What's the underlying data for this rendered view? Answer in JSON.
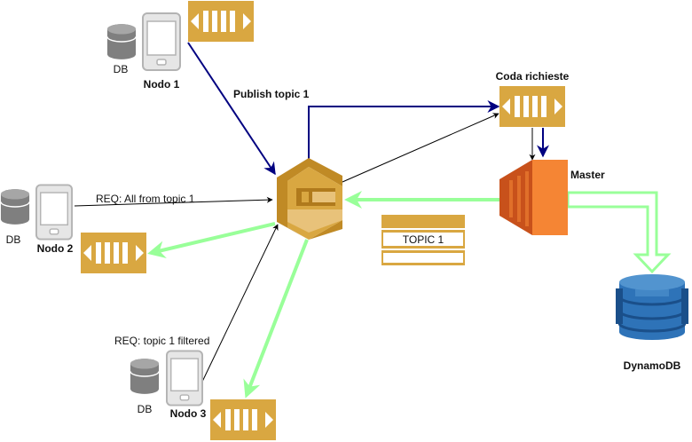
{
  "labels": {
    "db": "DB",
    "nodo1": "Nodo 1",
    "nodo2": "Nodo 2",
    "nodo3": "Nodo 3",
    "publish": "Publish topic 1",
    "req_all": "REQ: All from topic 1",
    "req_filtered": "REQ: topic 1 filtered",
    "coda": "Coda richieste",
    "master": "Master",
    "topic": "TOPIC 1",
    "dynamo": "DynamoDB"
  },
  "colors": {
    "queue": "#D9A741",
    "queue_dark": "#C08A25",
    "sns": "#D9A741",
    "master": "#F58534",
    "master_dark": "#C8511B",
    "dynamo": "#2E73B8",
    "dynamo_dark": "#1A4F8A",
    "arrow_blue": "#000080",
    "arrow_black": "#000000",
    "arrow_green": "#99FF99",
    "device": "#CCCCCC",
    "db_gray": "#7F7F7F"
  },
  "icons": {
    "queue": "sqs-queue-icon",
    "sns": "sns-topic-icon",
    "ec2": "ec2-instance-icon",
    "dynamodb": "dynamodb-icon",
    "mobile": "mobile-device-icon",
    "database": "database-icon"
  }
}
